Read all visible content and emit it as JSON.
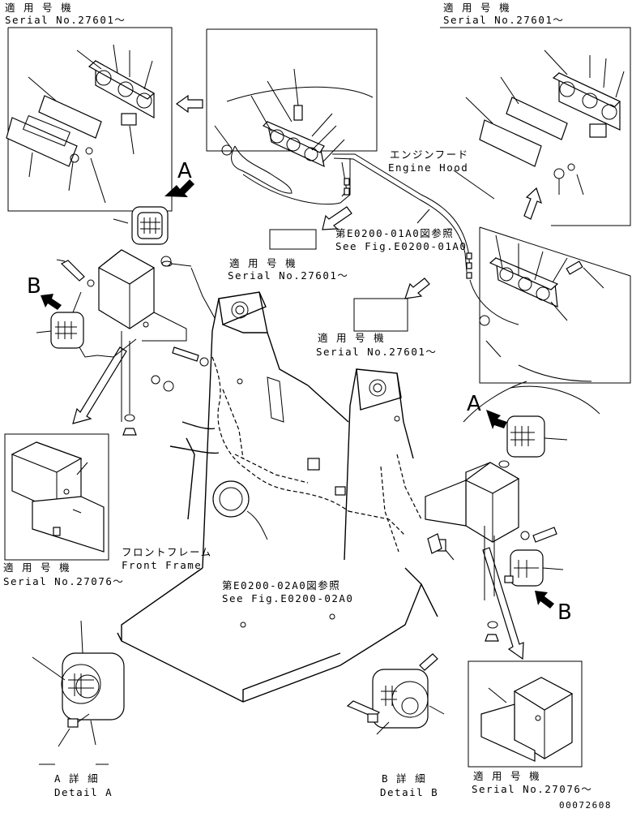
{
  "serial_labels": {
    "tl_jp": "適 用 号 機",
    "tl_en": "Serial No.27601～",
    "tr_jp": "適 用 号 機",
    "tr_en": "Serial No.27601～",
    "mid1_jp": "適 用 号 機",
    "mid1_en": "Serial No.27601～",
    "mid2_jp": "適 用 号 機",
    "mid2_en": "Serial No.27601～",
    "left_jp": "適 用 号 機",
    "left_en": "Serial No.27076～",
    "br_jp": "適 用 号 機",
    "br_en": "Serial No.27076～"
  },
  "labels": {
    "engine_hood_jp": "エンジンフード",
    "engine_hood_en": "Engine Hood",
    "fig1_jp": "第E0200-01A0図参照",
    "fig1_en": "See Fig.E0200-01A0",
    "front_frame_jp": "フロントフレーム",
    "front_frame_en": "Front Frame",
    "fig2_jp": "第E0200-02A0図参照",
    "fig2_en": "See Fig.E0200-02A0",
    "detail_a_jp": "A 詳 細",
    "detail_a_en": "Detail A",
    "detail_b_jp": "B 詳 細",
    "detail_b_en": "Detail B",
    "doc_number": "00072608"
  },
  "callouts": {
    "a_top": "A",
    "b_left": "B",
    "a_right": "A",
    "b_right": "B"
  }
}
